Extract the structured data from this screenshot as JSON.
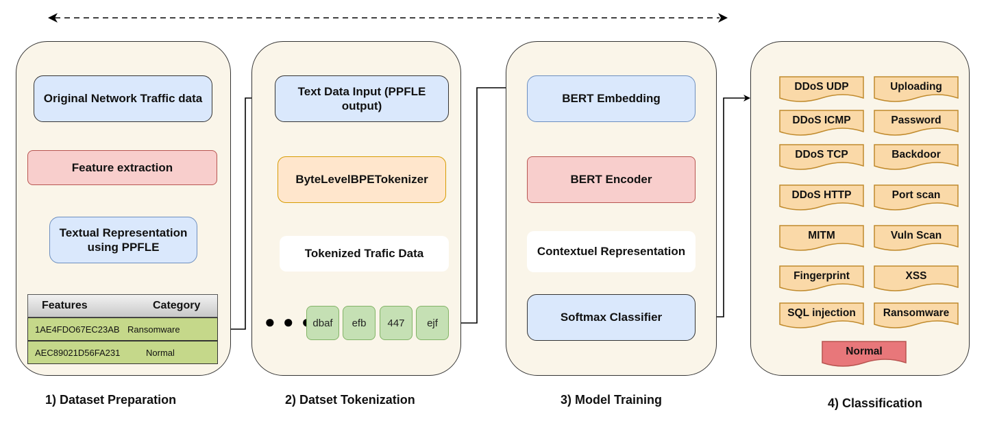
{
  "stages": {
    "preparation": {
      "caption": "1) Dataset Preparation",
      "original": "Original Network Traffic data",
      "feature_extraction": "Feature extraction",
      "textual": "Textual Representation using PPFLE",
      "table": {
        "header_features": "Features",
        "header_category": "Category",
        "rows": [
          {
            "features": "1AE4FDO67EC23AB",
            "category": "Ransomware"
          },
          {
            "features": "AEC89021D56FA231",
            "category": "Normal"
          }
        ]
      }
    },
    "tokenization": {
      "caption": "2) Datset Tokenization",
      "text_input": "Text Data Input (PPFLE output)",
      "tokenizer": "ByteLevelBPETokenizer",
      "tokenized": "Tokenized Trafic Data",
      "ellipsis": "● ● ●",
      "tokens": [
        "dbaf",
        "efb",
        "447",
        "ejf"
      ]
    },
    "training": {
      "caption": "3) Model Training",
      "embedding": "BERT Embedding",
      "encoder": "BERT Encoder",
      "contextual": "Contextuel Representation",
      "softmax": "Softmax Classifier"
    },
    "classification": {
      "caption": "4) Classification",
      "classes": [
        "DDoS UDP",
        "Uploading",
        "DDoS ICMP",
        "Password",
        "DDoS TCP",
        "Backdoor",
        "DDoS HTTP",
        "Port scan",
        "MITM",
        "Vuln Scan",
        "Fingerprint",
        "XSS",
        "SQL injection",
        "Ransomware"
      ],
      "normal": "Normal"
    }
  },
  "colors": {
    "panel_bg": "#faf5e9",
    "blue": "#dae8fc",
    "red": "#f8cecc",
    "orange": "#ffe6cc",
    "green": "#c5e0b4",
    "table_row": "#c5d88a"
  }
}
